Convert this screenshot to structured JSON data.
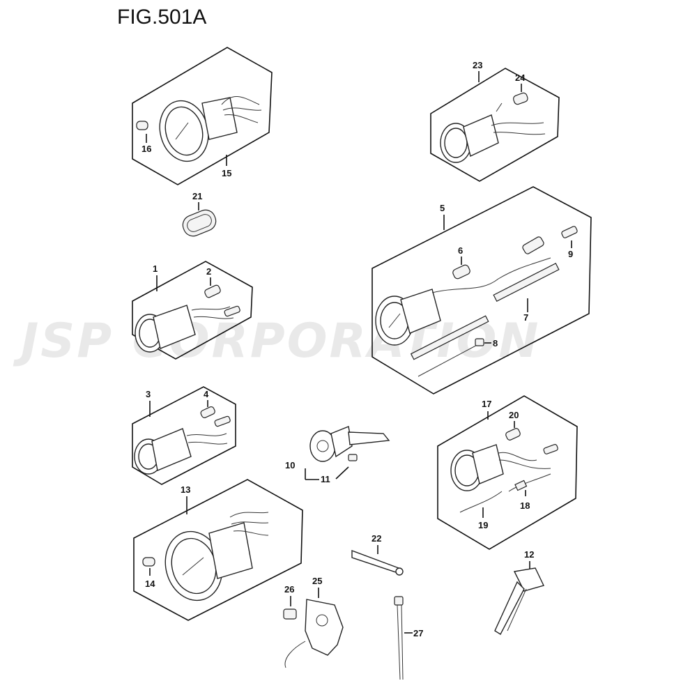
{
  "figure": {
    "title": "FIG.501A"
  },
  "watermark": "JSP CORPORATION",
  "labels": {
    "l1": "1",
    "l2": "2",
    "l3": "3",
    "l4": "4",
    "l5": "5",
    "l6": "6",
    "l7": "7",
    "l8": "8",
    "l9": "9",
    "l10": "10",
    "l11": "11",
    "l12": "12",
    "l13": "13",
    "l14": "14",
    "l15": "15",
    "l16": "16",
    "l17": "17",
    "l18": "18",
    "l19": "19",
    "l20": "20",
    "l21": "21",
    "l22": "22",
    "l23": "23",
    "l24": "24",
    "l25": "25",
    "l26": "26",
    "l27": "27"
  }
}
